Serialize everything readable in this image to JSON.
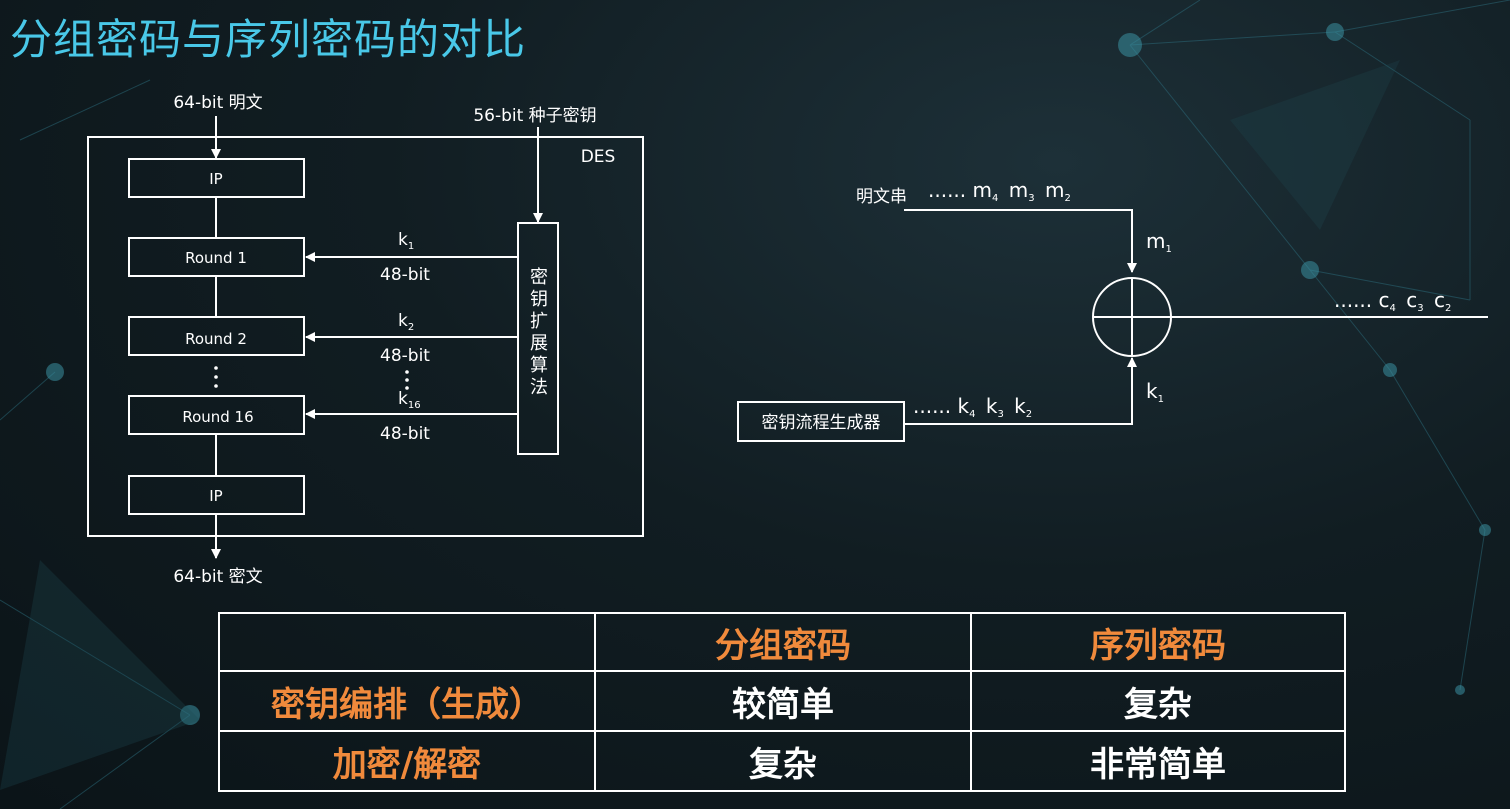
{
  "slide_title": "分组密码与序列密码的对比",
  "des": {
    "input_label": "64-bit 明文",
    "output_label": "64-bit 密文",
    "key_label": "56-bit 种子密钥",
    "box_label": "DES",
    "ip_top": "IP",
    "ip_bottom": "IP",
    "round1": "Round 1",
    "round2": "Round 2",
    "round16": "Round 16",
    "key_schedule": [
      "密",
      "钥",
      "扩",
      "展",
      "算",
      "法"
    ],
    "k1": {
      "base": "k",
      "sub": "1"
    },
    "k2": {
      "base": "k",
      "sub": "2"
    },
    "k16": {
      "base": "k",
      "sub": "16"
    },
    "bits1": "48-bit",
    "bits2": "48-bit",
    "bits16": "48-bit"
  },
  "stream": {
    "plaintext_label": "明文串",
    "plaintext_dots": "......",
    "plaintext_seq": [
      {
        "base": "m",
        "sub": "4"
      },
      {
        "base": "m",
        "sub": "3"
      },
      {
        "base": "m",
        "sub": "2"
      }
    ],
    "m1": {
      "base": "m",
      "sub": "1"
    },
    "ciphertext_dots": "......",
    "ciphertext_seq": [
      {
        "base": "c",
        "sub": "4"
      },
      {
        "base": "c",
        "sub": "3"
      },
      {
        "base": "c",
        "sub": "2"
      }
    ],
    "generator_label": "密钥流程生成器",
    "key_dots": "......",
    "key_seq": [
      {
        "base": "k",
        "sub": "4"
      },
      {
        "base": "k",
        "sub": "3"
      },
      {
        "base": "k",
        "sub": "2"
      }
    ],
    "k1": {
      "base": "k",
      "sub": "1"
    }
  },
  "table": {
    "header": [
      "",
      "分组密码",
      "序列密码"
    ],
    "rows": [
      [
        "密钥编排（生成）",
        "较简单",
        "复杂"
      ],
      [
        "加密/解密",
        "复杂",
        "非常简单"
      ]
    ]
  },
  "colors": {
    "title": "#49c8e8",
    "table_header": "#f08a3c",
    "line": "#ffffff"
  }
}
